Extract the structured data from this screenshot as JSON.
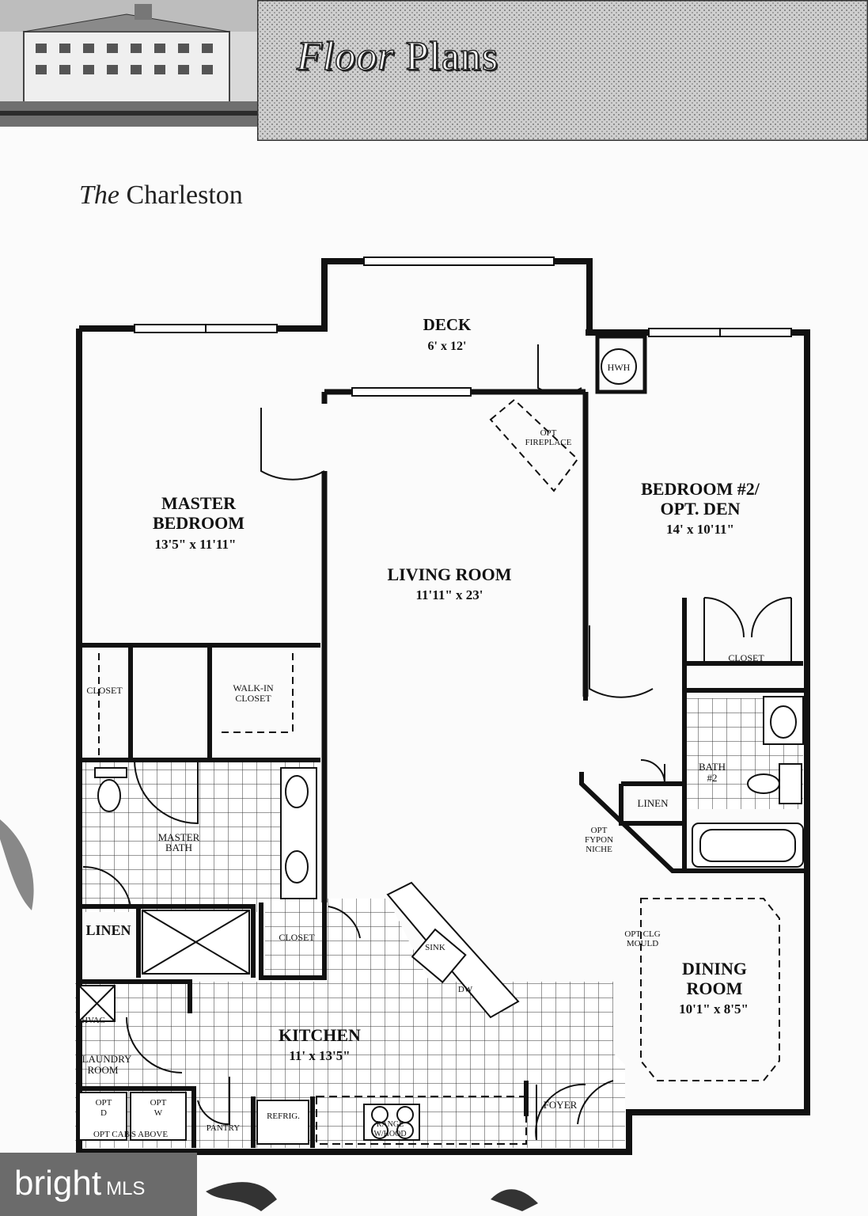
{
  "header": {
    "title_italic": "Floor",
    "title_rest": "Plans"
  },
  "plan_name": {
    "italic": "The",
    "rest": "Charleston"
  },
  "rooms": {
    "deck": {
      "name": "DECK",
      "dims": "6' x 12'"
    },
    "hwh": "HWH",
    "opt_fireplace": [
      "OPT",
      "FIREPLACE"
    ],
    "master_bedroom": {
      "name1": "MASTER",
      "name2": "BEDROOM",
      "dims": "13'5\" x 11'11\""
    },
    "living_room": {
      "name": "LIVING ROOM",
      "dims": "11'11\" x 23'"
    },
    "bedroom2": {
      "name1": "BEDROOM #2/",
      "name2": "OPT. DEN",
      "dims": "14' x 10'11\""
    },
    "closet_b2": "CLOSET",
    "closet_master": "CLOSET",
    "walkin": [
      "WALK-IN",
      "CLOSET"
    ],
    "bath2": [
      "BATH",
      "#2"
    ],
    "linen_b2": "LINEN",
    "opt_fypon": [
      "OPT",
      "FYPON",
      "NICHE"
    ],
    "master_bath": [
      "MASTER",
      "BATH"
    ],
    "linen_master": "LINEN",
    "closet_hall": "CLOSET",
    "sink": "SINK",
    "dw": "DW",
    "opt_clg": [
      "OPT CLG",
      "MOULD"
    ],
    "dining_room": {
      "name1": "DINING",
      "name2": "ROOM",
      "dims": "10'1\" x 8'5\""
    },
    "hvac": "HVAC",
    "kitchen": {
      "name": "KITCHEN",
      "dims": "11' x 13'5\""
    },
    "laundry": [
      "LAUNDRY",
      "ROOM"
    ],
    "opt_d": [
      "OPT",
      "D"
    ],
    "opt_w": [
      "OPT",
      "W"
    ],
    "opt_cabs": "OPT CAB'S ABOVE",
    "pantry": "PANTRY",
    "refrig": "REFRIG.",
    "range": [
      "RANGE",
      "W/HOOD"
    ],
    "foyer": "FOYER"
  },
  "logo": {
    "brand": "bright",
    "suffix": "MLS"
  }
}
